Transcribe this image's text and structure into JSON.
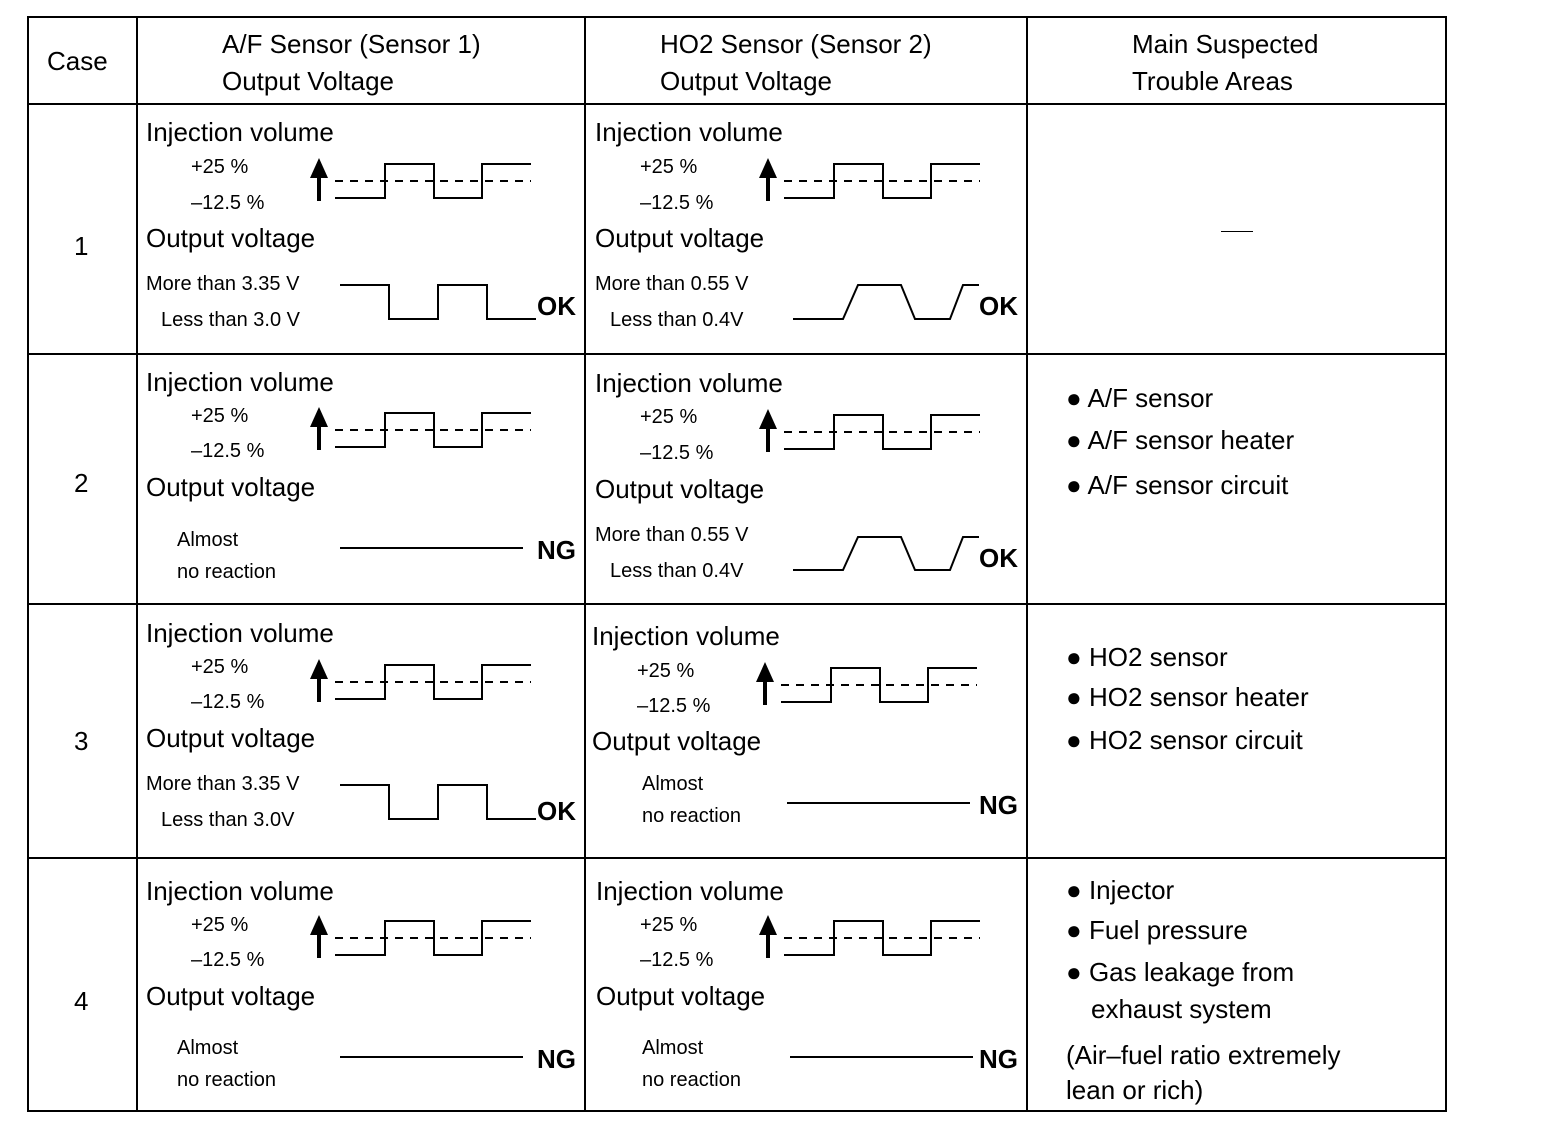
{
  "header": {
    "case": "Case",
    "af_line1": "A/F Sensor (Sensor 1)",
    "af_line2": "Output Voltage",
    "ho2_line1": "HO2 Sensor (Sensor 2)",
    "ho2_line2": "Output Voltage",
    "trouble_line1": "Main Suspected",
    "trouble_line2": "Trouble Areas"
  },
  "common": {
    "injection_volume": "Injection volume",
    "plus25": "+25 %",
    "minus125": "–12.5 %",
    "output_voltage": "Output voltage"
  },
  "rows": [
    {
      "case": "1",
      "af": {
        "v_high": "More than 3.35 V",
        "v_low": "Less than 3.0 V",
        "result": "OK"
      },
      "ho2": {
        "v_high": "More than 0.55 V",
        "v_low": "Less than 0.4V",
        "result": "OK"
      },
      "trouble": {
        "items": [],
        "none": "—"
      }
    },
    {
      "case": "2",
      "af": {
        "line1": "Almost",
        "line2": "no reaction",
        "result": "NG"
      },
      "ho2": {
        "v_high": "More than 0.55 V",
        "v_low": "Less than 0.4V",
        "result": "OK"
      },
      "trouble": {
        "items": [
          "A/F sensor",
          "A/F sensor heater",
          "A/F sensor circuit"
        ]
      }
    },
    {
      "case": "3",
      "af": {
        "v_high": "More than 3.35 V",
        "v_low": "Less than 3.0V",
        "result": "OK"
      },
      "ho2": {
        "line1": "Almost",
        "line2": "no reaction",
        "result": "NG"
      },
      "trouble": {
        "items": [
          "HO2 sensor",
          "HO2 sensor heater",
          "HO2 sensor circuit"
        ]
      }
    },
    {
      "case": "4",
      "af": {
        "line1": "Almost",
        "line2": "no reaction",
        "result": "NG"
      },
      "ho2": {
        "line1": "Almost",
        "line2": "no reaction",
        "result": "NG"
      },
      "trouble": {
        "items": [
          "Injector",
          "Fuel pressure",
          "Gas leakage from",
          "exhaust system"
        ],
        "note1": "(Air–fuel ratio extremely",
        "note2": "lean or rich)"
      }
    }
  ]
}
